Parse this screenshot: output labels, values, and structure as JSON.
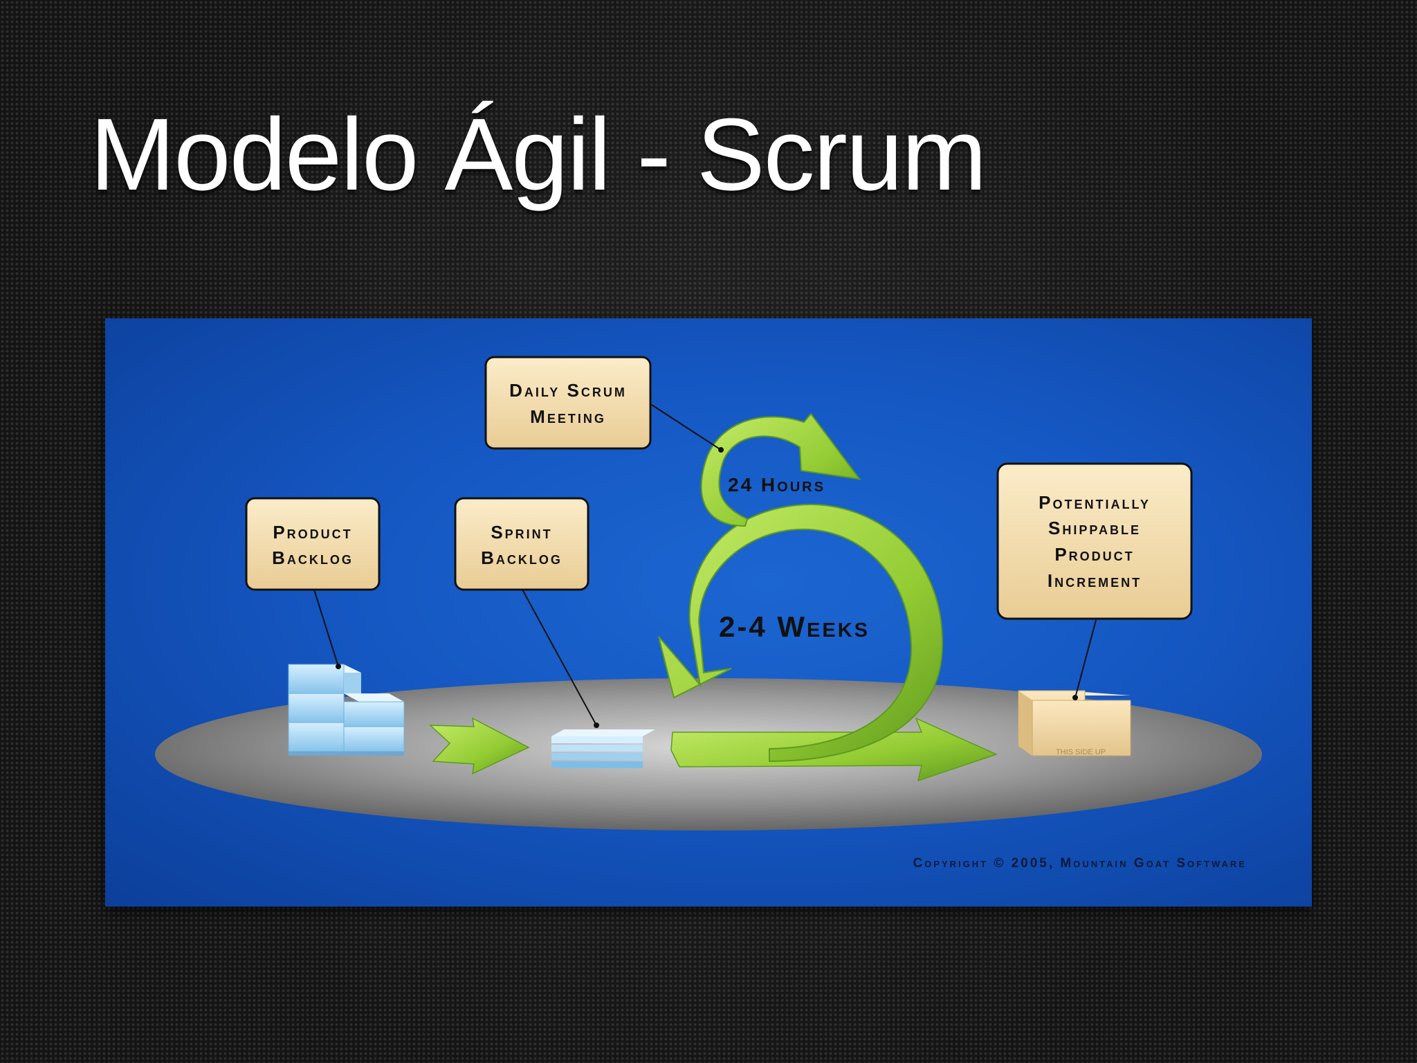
{
  "slide": {
    "title": "Modelo Ágil - Scrum"
  },
  "diagram": {
    "labels": {
      "daily_scrum_line1": "Daily Scrum",
      "daily_scrum_line2": "Meeting",
      "product_backlog_line1": "Product",
      "product_backlog_line2": "Backlog",
      "sprint_backlog_line1": "Sprint",
      "sprint_backlog_line2": "Backlog",
      "increment_line1": "Potentially",
      "increment_line2": "Shippable",
      "increment_line3": "Product",
      "increment_line4": "Increment",
      "cycle_24h": "24 Hours",
      "cycle_weeks": "2-4 Weeks",
      "box_mark": "THIS SIDE UP",
      "copyright": "Copyright © 2005, Mountain Goat Software"
    },
    "colors": {
      "panel_blue": "#1557c2",
      "label_box_fill": "#f3ddb0",
      "arrow_green": "#9bd33a",
      "platform_gray": "#8a8a8a",
      "backlog_blue": "#a9d6f3",
      "shipping_box": "#f1d9a6"
    }
  }
}
